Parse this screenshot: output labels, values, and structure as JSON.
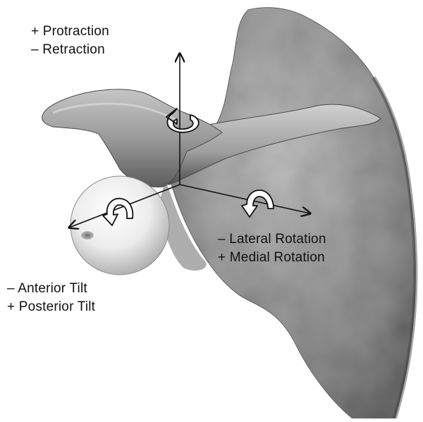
{
  "labels": {
    "protraction": "+ Protraction",
    "retraction": "– Retraction",
    "lateral_rotation": "– Lateral Rotation",
    "medial_rotation": "+ Medial Rotation",
    "anterior_tilt": "– Anterior Tilt",
    "posterior_tilt": "+ Posterior Tilt"
  },
  "icons": {
    "vertical_axis_rotation": "curved-rotation-arrow-icon",
    "lateral_axis_rotation": "curved-rotation-arrow-icon",
    "anterior_axis_rotation": "curved-rotation-arrow-icon"
  },
  "colors": {
    "bone": "#8a8a8a",
    "bone_highlight": "#d2d2d2",
    "bone_shadow": "#3a3a3a",
    "sphere": "#f2f2f2",
    "axis": "#111111",
    "text": "#111111"
  }
}
